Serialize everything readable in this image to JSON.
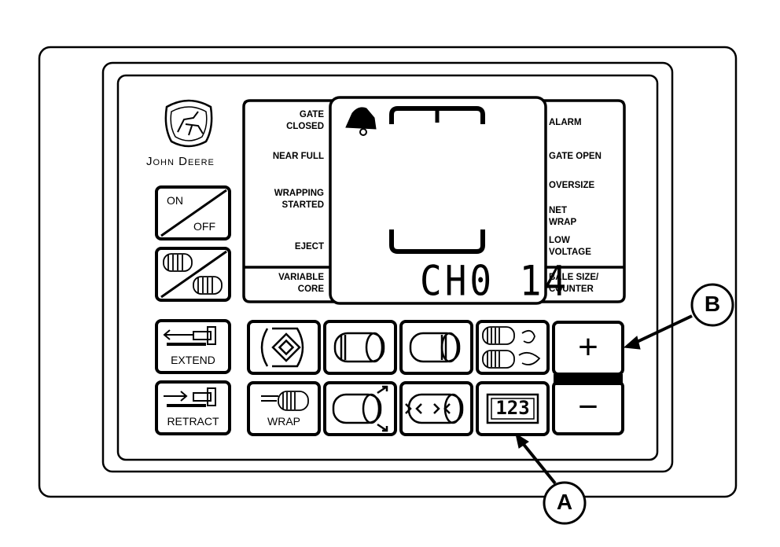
{
  "brand": {
    "name": "John Deere"
  },
  "left_labels": {
    "gate_closed": "GATE\nCLOSED",
    "near_full": "NEAR FULL",
    "wrapping_started": "WRAPPING\nSTARTED",
    "eject": "EJECT",
    "variable_core": "VARIABLE\nCORE"
  },
  "right_labels": {
    "alarm": "ALARM",
    "gate_open": "GATE OPEN",
    "oversize": "OVERSIZE",
    "net_wrap": "NET\nWRAP",
    "low_voltage": "LOW\nVOLTAGE",
    "bale_size_counter": "BALE SIZE/\nCOUNTER"
  },
  "display": {
    "readout": "CH0 14"
  },
  "buttons": {
    "on": "ON",
    "off": "OFF",
    "extend": "EXTEND",
    "retract": "RETRACT",
    "wrap": "WRAP",
    "counter_digits": "123",
    "plus": "+",
    "minus": "−"
  },
  "callouts": {
    "a": "A",
    "b": "B"
  }
}
